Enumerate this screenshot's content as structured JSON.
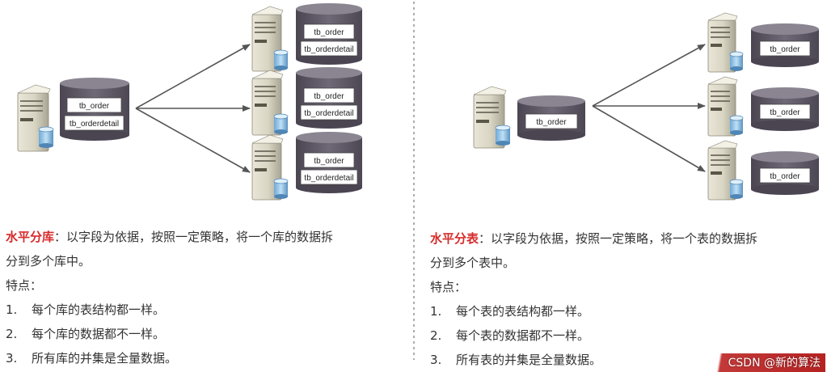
{
  "left": {
    "source_tables": [
      "tb_order",
      "tb_orderdetail"
    ],
    "shards": [
      {
        "tables": [
          "tb_order",
          "tb_orderdetail"
        ]
      },
      {
        "tables": [
          "tb_order",
          "tb_orderdetail"
        ]
      },
      {
        "tables": [
          "tb_order",
          "tb_orderdetail"
        ]
      }
    ],
    "heading": "水平分库",
    "description": "：以字段为依据，按照一定策略，将一个库的数据拆",
    "description_cont": "分到多个库中。",
    "features_label": "特点：",
    "features": [
      {
        "num": "1.",
        "text": "每个库的表结构都一样。"
      },
      {
        "num": "2.",
        "text": "每个库的数据都不一样。"
      },
      {
        "num": "3.",
        "text": "所有库的并集是全量数据。"
      }
    ]
  },
  "right": {
    "source_tables": [
      "tb_order"
    ],
    "shards": [
      {
        "tables": [
          "tb_order"
        ]
      },
      {
        "tables": [
          "tb_order"
        ]
      },
      {
        "tables": [
          "tb_order"
        ]
      }
    ],
    "heading": "水平分表",
    "description": "：以字段为依据，按照一定策略，将一个表的数据拆",
    "description_cont": "分到多个表中。",
    "features_label": "特点：",
    "features": [
      {
        "num": "1.",
        "text": "每个表的表结构都一样。"
      },
      {
        "num": "2.",
        "text": "每个表的数据都不一样。"
      },
      {
        "num": "3.",
        "text": "所有表的并集是全量数据。"
      }
    ]
  },
  "watermark": "CSDN @新的算法"
}
